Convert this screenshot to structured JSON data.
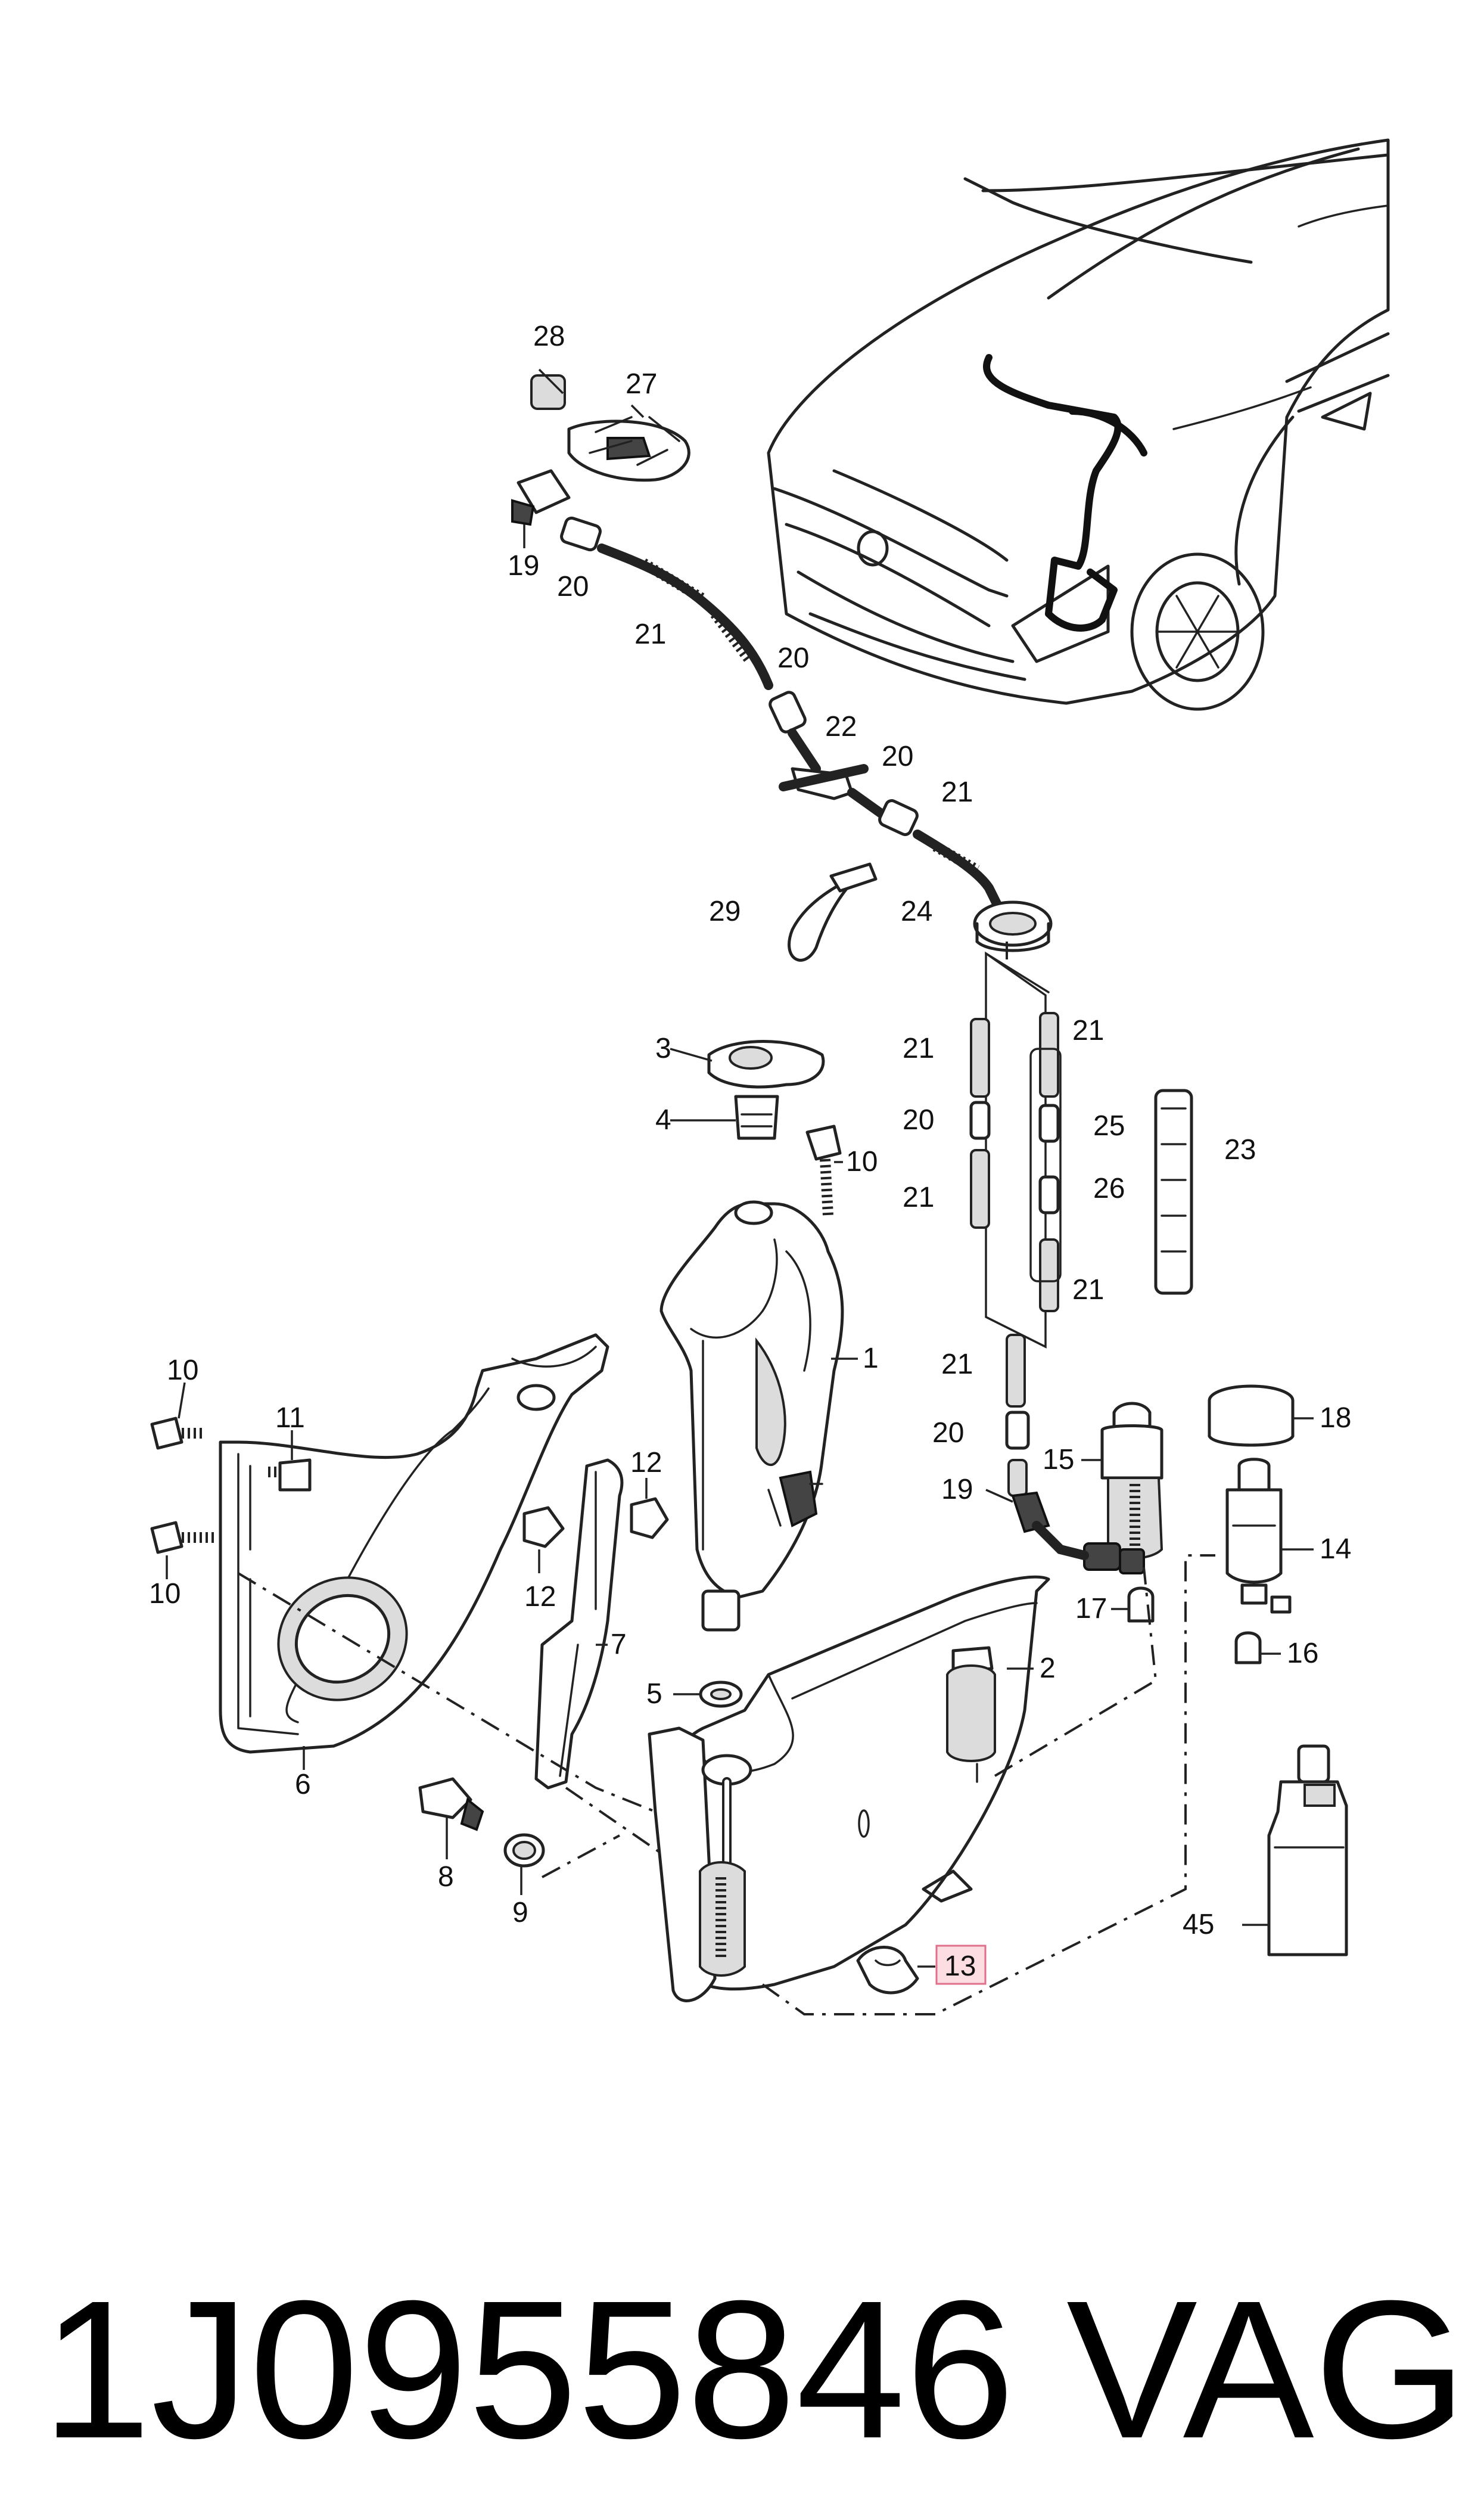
{
  "diagram": {
    "callouts": [
      {
        "id": "c28",
        "text": "28"
      },
      {
        "id": "c27",
        "text": "27"
      },
      {
        "id": "c19a",
        "text": "19"
      },
      {
        "id": "c20a",
        "text": "20"
      },
      {
        "id": "c21a",
        "text": "21"
      },
      {
        "id": "c20b",
        "text": "20"
      },
      {
        "id": "c22",
        "text": "22"
      },
      {
        "id": "c20c",
        "text": "20"
      },
      {
        "id": "c21b",
        "text": "21"
      },
      {
        "id": "c29",
        "text": "29"
      },
      {
        "id": "c24",
        "text": "24"
      },
      {
        "id": "c21c",
        "text": "21"
      },
      {
        "id": "c21d",
        "text": "21"
      },
      {
        "id": "c3",
        "text": "3"
      },
      {
        "id": "c20d",
        "text": "20"
      },
      {
        "id": "c25",
        "text": "25"
      },
      {
        "id": "c23",
        "text": "23"
      },
      {
        "id": "c4",
        "text": "4"
      },
      {
        "id": "c10a",
        "text": "10"
      },
      {
        "id": "c21e",
        "text": "21"
      },
      {
        "id": "c26",
        "text": "26"
      },
      {
        "id": "c21f",
        "text": "21"
      },
      {
        "id": "c1",
        "text": "1"
      },
      {
        "id": "c10b",
        "text": "10"
      },
      {
        "id": "c21g",
        "text": "21"
      },
      {
        "id": "c18",
        "text": "18"
      },
      {
        "id": "c11",
        "text": "11"
      },
      {
        "id": "c20e",
        "text": "20"
      },
      {
        "id": "c15",
        "text": "15"
      },
      {
        "id": "c12a",
        "text": "12"
      },
      {
        "id": "c19b",
        "text": "19"
      },
      {
        "id": "c10c",
        "text": "10"
      },
      {
        "id": "c12b",
        "text": "12"
      },
      {
        "id": "c14",
        "text": "14"
      },
      {
        "id": "c17",
        "text": "17"
      },
      {
        "id": "c16",
        "text": "16"
      },
      {
        "id": "c7",
        "text": "7"
      },
      {
        "id": "c2",
        "text": "2"
      },
      {
        "id": "c5",
        "text": "5"
      },
      {
        "id": "c6",
        "text": "6"
      },
      {
        "id": "c8",
        "text": "8"
      },
      {
        "id": "c9",
        "text": "9"
      },
      {
        "id": "c45",
        "text": "45"
      },
      {
        "id": "c13",
        "text": "13"
      }
    ],
    "highlighted_callout": "13"
  },
  "footer": {
    "part_number": "1J0955846",
    "brand": "VAG"
  },
  "colors": {
    "line": "#222222",
    "highlight_fill": "#fbdde2",
    "highlight_stroke": "#e0708a"
  }
}
